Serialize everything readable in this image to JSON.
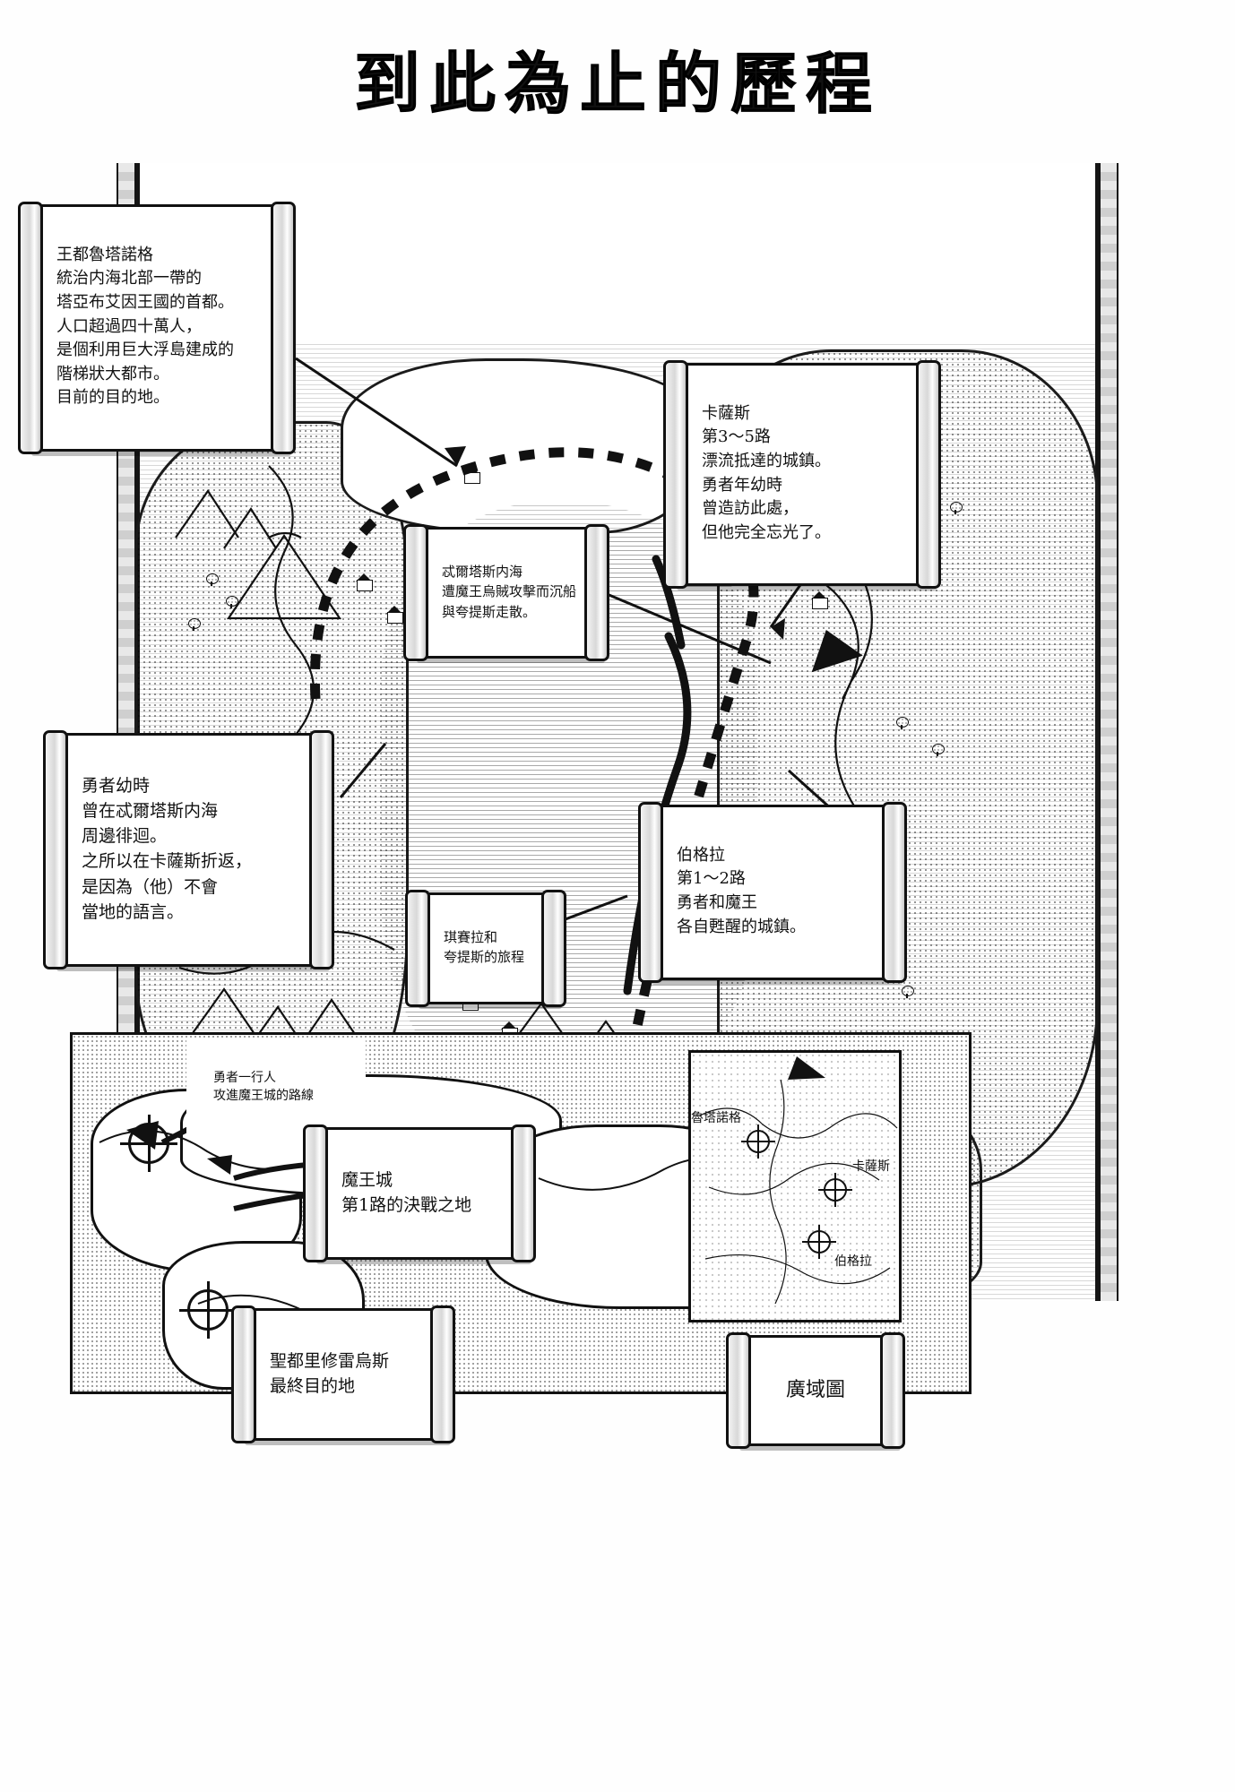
{
  "title": "到此為止的歷程",
  "scrolls": [
    {
      "id": "rutanogu",
      "text": "王都魯塔諾格\n統治内海北部一帶的\n塔亞布艾因王國的首都。\n人口超過四十萬人，\n是個利用巨大浮島建成的\n階梯狀大都市。\n目前的目的地。"
    },
    {
      "id": "kasasu",
      "text": "卡薩斯\n第3〜5路\n漂流抵達的城鎮。\n勇者年幼時\n曾造訪此處，\n但他完全忘光了。"
    },
    {
      "id": "inner-sea",
      "text": "忒爾塔斯内海\n遭魔王烏賊攻擊而沉船\n與夸提斯走散。"
    },
    {
      "id": "hero-childhood",
      "text": "勇者幼時\n曾在忒爾塔斯内海\n周邊徘迴。\n之所以在卡薩斯折返，\n是因為（他）不會\n當地的語言。"
    },
    {
      "id": "bogura",
      "text": "伯格拉\n第1〜2路\n勇者和魔王\n各自甦醒的城鎮。"
    },
    {
      "id": "kisera-journey",
      "text": "琪賽拉和\n夸提斯的旅程"
    },
    {
      "id": "hero-party-route",
      "text": "勇者一行人\n攻進魔王城的路線"
    },
    {
      "id": "demon-castle",
      "text": "魔王城\n第1路的決戰之地"
    },
    {
      "id": "holy-capital",
      "text": "聖都里修雷烏斯\n最終目的地"
    },
    {
      "id": "wide-area-map",
      "text": "廣域圖"
    }
  ],
  "inset_labels": [
    {
      "id": "rutanogu",
      "text": "魯塔諾格"
    },
    {
      "id": "kasasu",
      "text": "卡薩斯"
    },
    {
      "id": "bogura",
      "text": "伯格拉"
    }
  ],
  "colors": {
    "ink": "#111111",
    "paper": "#fefefe",
    "sea_hatch": "rgba(0,0,0,0.18)"
  }
}
